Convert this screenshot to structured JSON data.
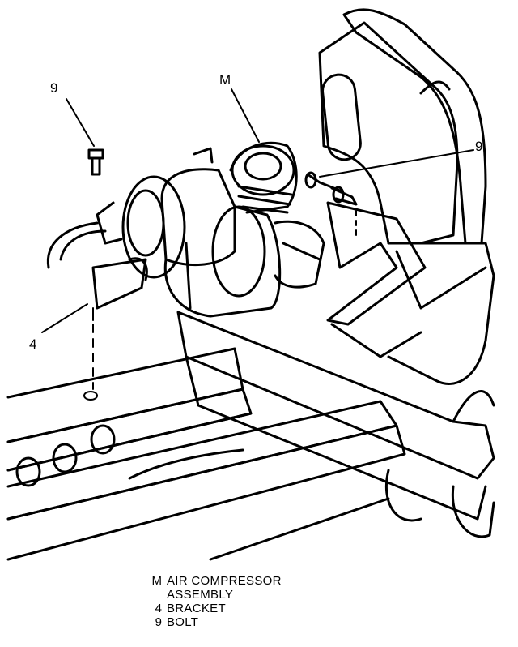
{
  "callouts": {
    "bolt_left": "9",
    "bolt_right": "9",
    "compressor": "M",
    "bracket": "4"
  },
  "legend": [
    {
      "key": "M",
      "lines": [
        "AIR COMPRESSOR",
        "ASSEMBLY"
      ]
    },
    {
      "key": "4",
      "lines": [
        "BRACKET"
      ]
    },
    {
      "key": "9",
      "lines": [
        "BOLT"
      ]
    }
  ],
  "colors": {
    "ink": "#000000",
    "paper": "#ffffff"
  }
}
